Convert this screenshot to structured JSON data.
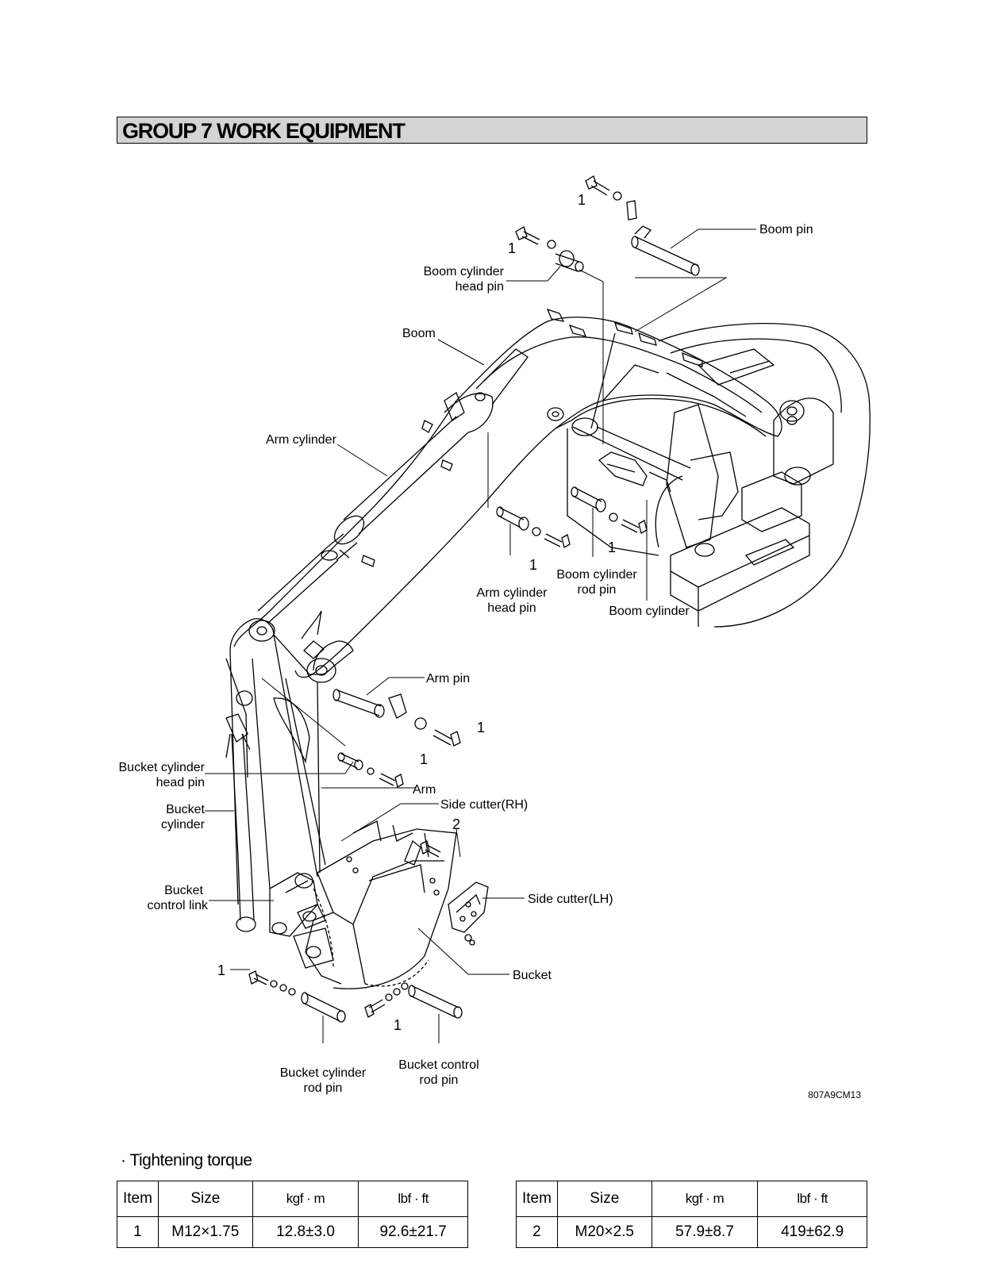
{
  "header": {
    "title": "GROUP  7  WORK EQUIPMENT"
  },
  "diagram": {
    "labels": {
      "boom_pin": "Boom pin",
      "boom_cyl_head_pin_1": "Boom cylinder",
      "boom_cyl_head_pin_2": "head pin",
      "boom": "Boom",
      "arm_cylinder": "Arm cylinder",
      "arm_cyl_head_pin_1": "Arm cylinder",
      "arm_cyl_head_pin_2": "head pin",
      "boom_cyl_rod_pin_1": "Boom cylinder",
      "boom_cyl_rod_pin_2": "rod pin",
      "boom_cylinder": "Boom cylinder",
      "arm_pin": "Arm pin",
      "bucket_cyl_head_pin_1": "Bucket cylinder",
      "bucket_cyl_head_pin_2": "head pin",
      "arm": "Arm",
      "side_cutter_rh": "Side cutter(RH)",
      "bucket_cylinder_1": "Bucket",
      "bucket_cylinder_2": "cylinder",
      "bucket_control_link_1": "Bucket",
      "bucket_control_link_2": "control link",
      "side_cutter_lh": "Side cutter(LH)",
      "bucket": "Bucket",
      "bucket_cyl_rod_pin_1": "Bucket cylinder",
      "bucket_cyl_rod_pin_2": "rod pin",
      "bucket_ctrl_rod_pin_1": "Bucket control",
      "bucket_ctrl_rod_pin_2": "rod pin"
    },
    "callouts": {
      "one": "1",
      "two": "2"
    },
    "drawing_code": "807A9CM13"
  },
  "torque": {
    "title": "· Tightening torque",
    "headers": [
      "Item",
      "Size",
      "kgf · m",
      "lbf · ft"
    ],
    "tables": [
      {
        "item": "1",
        "size": "M12×1.75",
        "kgf_m": "12.8±3.0",
        "lbf_ft": "92.6±21.7"
      },
      {
        "item": "2",
        "size": "M20×2.5",
        "kgf_m": "57.9±8.7",
        "lbf_ft": "419±62.9"
      }
    ]
  }
}
